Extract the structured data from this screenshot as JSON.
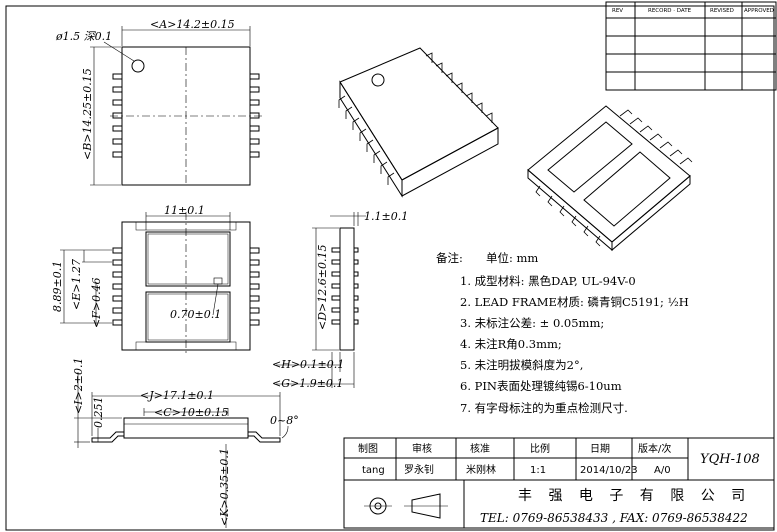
{
  "revision_table": {
    "headers": [
      "REV",
      "RECORD · DATE",
      "REVISED",
      "APPROVED"
    ]
  },
  "top_view": {
    "hole_label": "ø1.5 深0.1",
    "width_label": "<A>14.2±0.15",
    "height_label": "<B>14.25±0.15"
  },
  "bottom_view": {
    "width_label": "11±0.1",
    "pitch_label": "8.89±0.1",
    "e_label": "<E>1.27",
    "f_label": "<F>0.46",
    "thick_label": "0.70±0.1"
  },
  "side_view": {
    "lead_label": "1.1±0.1",
    "d_label": "<D>12.6±0.15",
    "h_label": "<H>0.1±0.1",
    "g_label": "<G>1.9±0.1"
  },
  "front_view": {
    "i_label": "<I>2±0.1",
    "t_label": "0.251",
    "j_label": "<J>17.1±0.1",
    "c_label": "<C>10±0.15",
    "angle_label": "0~8°",
    "k_label": "<K>0.35±0.1"
  },
  "notes": {
    "title": "备注:",
    "unit": "单位: mm",
    "items": [
      "1. 成型材料: 黑色DAP, UL-94V-0",
      "2. LEAD FRAME材质: 磷青铜C5191; ½H",
      "3. 未标注公差: ± 0.05mm;",
      "4. 未注R角0.3mm;",
      "5. 未注明拔模斜度为2°,",
      "6. PIN表面处理镀纯锡6-10um",
      "7. 有字母标注的为重点检测尺寸."
    ]
  },
  "title_block": {
    "headers": [
      "制图",
      "审核",
      "核准",
      "比例",
      "日期",
      "版本/次"
    ],
    "values": [
      "tang",
      "罗永钊",
      "米刚林",
      "1:1",
      "2014/10/23",
      "A/0"
    ],
    "part_no": "YQH-108",
    "company": "丰 强 电 子 有 限 公 司",
    "contact": "TEL: 0769-86538433 , FAX: 0769-86538422"
  }
}
